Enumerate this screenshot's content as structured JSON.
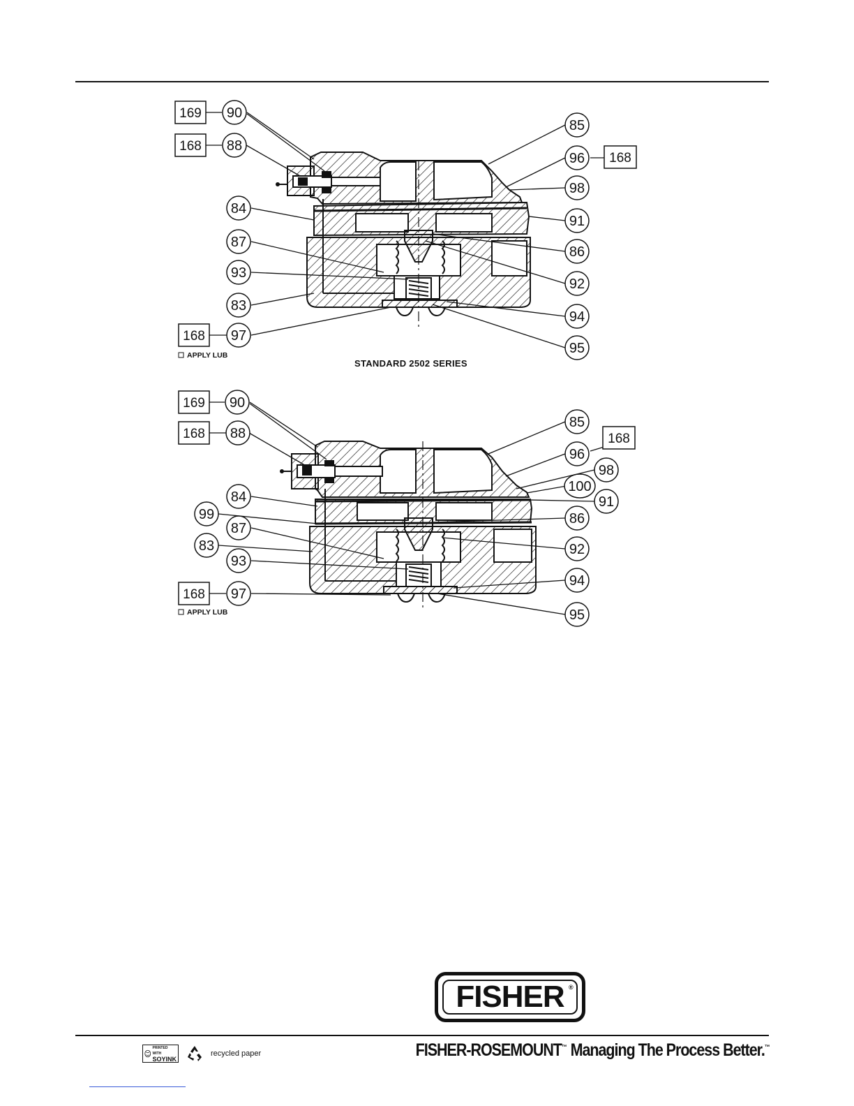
{
  "figure_standard": {
    "caption": "STANDARD 2502 SERIES",
    "lub_note": "APPLY LUB",
    "callouts": [
      {
        "id": "c90",
        "label": "90"
      },
      {
        "id": "c88",
        "label": "88"
      },
      {
        "id": "c84",
        "label": "84"
      },
      {
        "id": "c87",
        "label": "87"
      },
      {
        "id": "c93",
        "label": "93"
      },
      {
        "id": "c83",
        "label": "83"
      },
      {
        "id": "c97",
        "label": "97"
      },
      {
        "id": "c85",
        "label": "85"
      },
      {
        "id": "c96",
        "label": "96"
      },
      {
        "id": "c98",
        "label": "98"
      },
      {
        "id": "c91",
        "label": "91"
      },
      {
        "id": "c86",
        "label": "86"
      },
      {
        "id": "c92",
        "label": "92"
      },
      {
        "id": "c94",
        "label": "94"
      },
      {
        "id": "c95",
        "label": "95"
      }
    ],
    "boxes": [
      {
        "id": "b169",
        "label": "169"
      },
      {
        "id": "b168a",
        "label": "168"
      },
      {
        "id": "b168b",
        "label": "168"
      },
      {
        "id": "b168c",
        "label": "168"
      }
    ]
  },
  "figure_alt": {
    "lub_note": "APPLY LUB",
    "callouts": [
      {
        "id": "c90",
        "label": "90"
      },
      {
        "id": "c88",
        "label": "88"
      },
      {
        "id": "c84",
        "label": "84"
      },
      {
        "id": "c99",
        "label": "99"
      },
      {
        "id": "c87",
        "label": "87"
      },
      {
        "id": "c83",
        "label": "83"
      },
      {
        "id": "c93",
        "label": "93"
      },
      {
        "id": "c97",
        "label": "97"
      },
      {
        "id": "c85",
        "label": "85"
      },
      {
        "id": "c96",
        "label": "96"
      },
      {
        "id": "c98",
        "label": "98"
      },
      {
        "id": "c100",
        "label": "100"
      },
      {
        "id": "c91",
        "label": "91"
      },
      {
        "id": "c86",
        "label": "86"
      },
      {
        "id": "c92",
        "label": "92"
      },
      {
        "id": "c94",
        "label": "94"
      },
      {
        "id": "c95",
        "label": "95"
      }
    ],
    "boxes": [
      {
        "id": "b169",
        "label": "169"
      },
      {
        "id": "b168a",
        "label": "168"
      },
      {
        "id": "b168b",
        "label": "168"
      },
      {
        "id": "b168c",
        "label": "168"
      }
    ]
  },
  "footer": {
    "logo_text": "FISHER",
    "logo_reg": "®",
    "soy_ink_line1": "PRINTED WITH",
    "soy_ink_line2": "SOYINK",
    "recycled_label": "recycled paper",
    "brand_name": "FISHER-ROSEMOUNT",
    "brand_tm": "™",
    "brand_slogan": " Managing The Process Better.",
    "slogan_tm": "™"
  }
}
